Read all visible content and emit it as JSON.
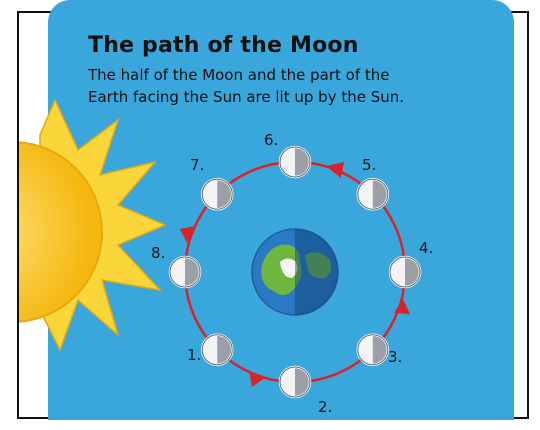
{
  "title": "The path of the Moon",
  "description_lines": [
    "The half of the Moon and the part of the",
    "Earth facing the Sun are lit up by the Sun."
  ],
  "moons": [
    {
      "label": "1."
    },
    {
      "label": "2."
    },
    {
      "label": "3."
    },
    {
      "label": "4."
    },
    {
      "label": "5."
    },
    {
      "label": "6."
    },
    {
      "label": "7."
    },
    {
      "label": "8."
    }
  ],
  "colors": {
    "panel": "#3aa7dc",
    "orbit": "#d8232a",
    "sun": "#f7c21e",
    "sun_rays": "#fbd63a",
    "moon_lit": "#f4f4f4",
    "moon_dark": "#9aa0a6",
    "earth_ocean": "#2b78c4",
    "earth_land": "#6fb63e"
  },
  "icons": [
    "sun-icon",
    "earth-icon",
    "moon-icon",
    "orbit-arrow-icon"
  ]
}
